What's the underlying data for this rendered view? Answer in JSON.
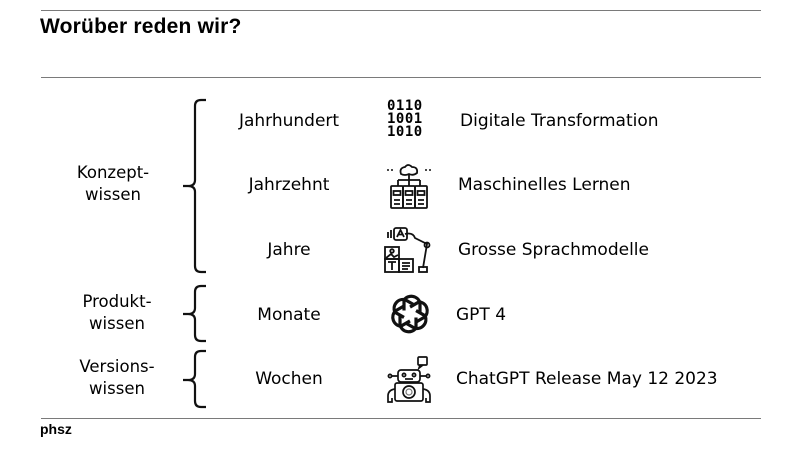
{
  "slide": {
    "title": "Worüber reden wir?",
    "footer": "phsz"
  },
  "groups": [
    {
      "label_line1": "Konzept-",
      "label_line2": "wissen"
    },
    {
      "label_line1": "Produkt-",
      "label_line2": "wissen"
    },
    {
      "label_line1": "Versions-",
      "label_line2": "wissen"
    }
  ],
  "rows": [
    {
      "timescale": "Jahrhundert",
      "icon": "binary-code-icon",
      "binary": [
        "0110",
        "1001",
        "1010"
      ],
      "topic": "Digitale Transformation"
    },
    {
      "timescale": "Jahrzehnt",
      "icon": "machine-learning-icon",
      "topic": "Maschinelles Lernen"
    },
    {
      "timescale": "Jahre",
      "icon": "robot-arm-language-icon",
      "topic": "Grosse Sprachmodelle"
    },
    {
      "timescale": "Monate",
      "icon": "openai-logo-icon",
      "topic": "GPT 4"
    },
    {
      "timescale": "Wochen",
      "icon": "chatbot-robot-icon",
      "topic": "ChatGPT Release May 12 2023"
    }
  ]
}
